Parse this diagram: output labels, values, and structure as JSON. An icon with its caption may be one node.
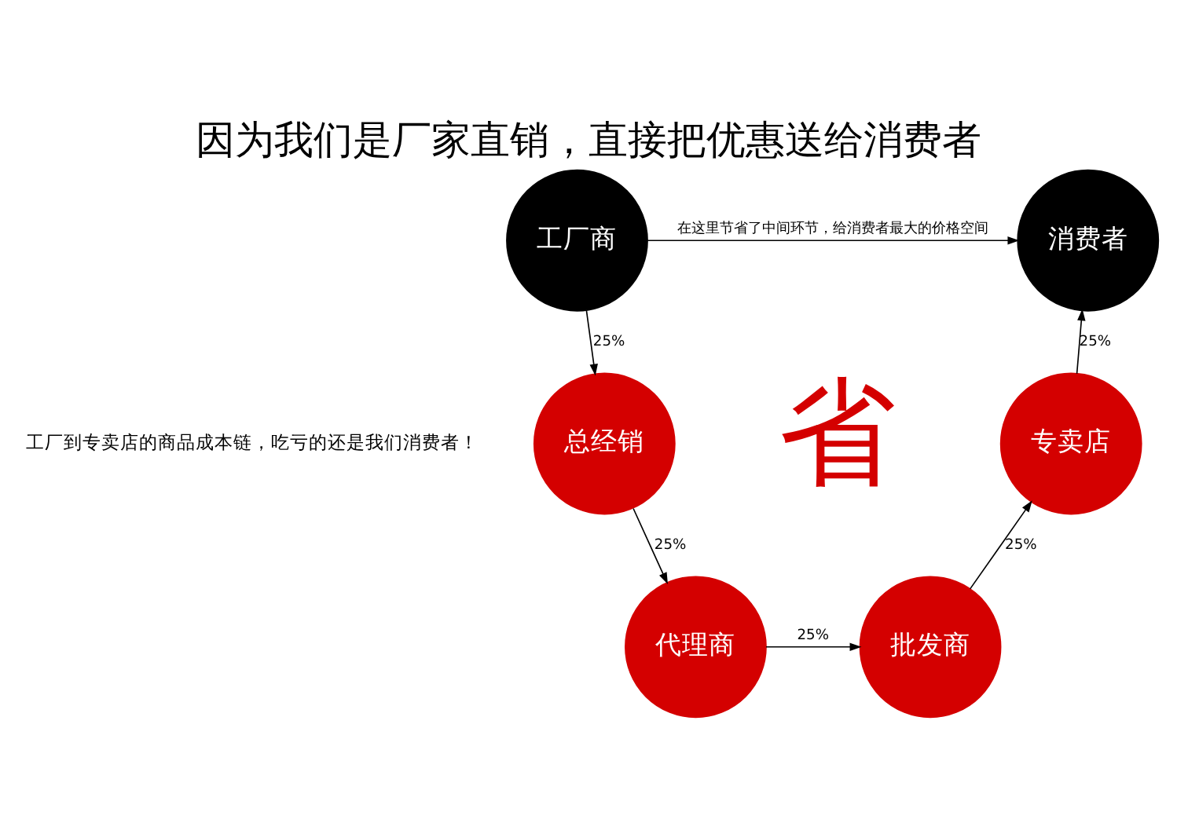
{
  "diagram": {
    "title": "因为我们是厂家直销，直接把优惠送给消费者",
    "nodes": [
      {
        "text": [
          "工厂商"
        ]
      },
      {
        "text": [
          "总经销"
        ]
      },
      {
        "text": [
          "代理商"
        ]
      },
      {
        "text": [
          "批发商"
        ]
      },
      {
        "text": [
          "专卖店"
        ]
      },
      {
        "text": [
          "消费者"
        ]
      }
    ],
    "edges": [
      {
        "from": 0,
        "to": 1,
        "arrow": "to",
        "label": "25%"
      },
      {
        "from": 1,
        "to": 2,
        "arrow": "to",
        "label": "25%"
      },
      {
        "from": 2,
        "to": 3,
        "arrow": "to",
        "label": "25%"
      },
      {
        "from": 3,
        "to": 4,
        "arrow": "to",
        "label": "25%"
      },
      {
        "from": 4,
        "to": 5,
        "arrow": "to",
        "label": "25%"
      },
      {
        "from": 0,
        "to": 5,
        "arrow": "to",
        "label": "在这里节省了中间环节，给消费者最大的价格空间"
      }
    ],
    "labels": [
      "工厂到专卖店的商品成本链，吃亏的还是我们消费者！",
      "省"
    ]
  }
}
